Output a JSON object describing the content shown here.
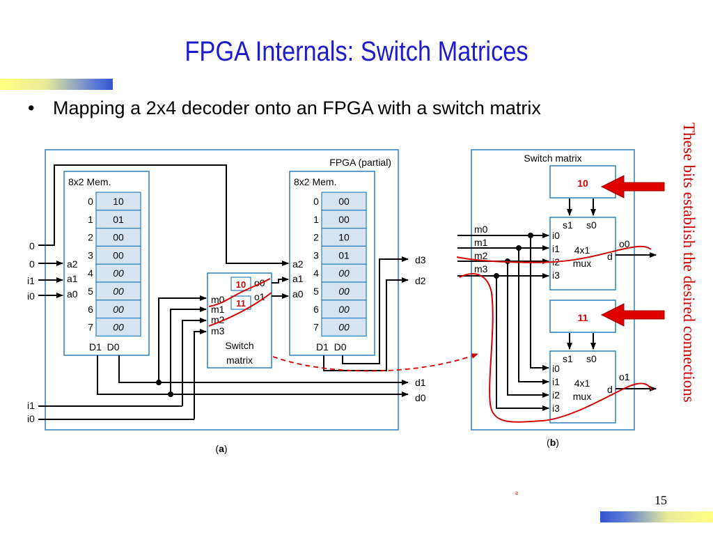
{
  "slide": {
    "title": "FPGA Internals: Switch Matrices",
    "bullet": "Mapping a 2x4 decoder onto an FPGA with a switch matrix",
    "side_note": "These bits establish the desired connections",
    "page_number": "15",
    "footnote_mark": "a"
  },
  "panel_a": {
    "caption_open": "(",
    "caption_letter": "a",
    "caption_close": ")",
    "label": "FPGA (partial)",
    "left_mem": {
      "title": "8x2 Mem.",
      "addresses": [
        "0",
        "1",
        "2",
        "3",
        "4",
        "5",
        "6",
        "7"
      ],
      "values": [
        "10",
        "01",
        "00",
        "00",
        "00",
        "00",
        "00",
        "00"
      ],
      "italic_from": 4,
      "inputs": [
        "a2",
        "a1",
        "a0"
      ],
      "outputs": "D1  D0"
    },
    "right_mem": {
      "title": "8x2 Mem.",
      "addresses": [
        "0",
        "1",
        "2",
        "3",
        "4",
        "5",
        "6",
        "7"
      ],
      "values": [
        "00",
        "00",
        "10",
        "01",
        "00",
        "00",
        "00",
        "00"
      ],
      "italic_from": 4,
      "inputs": [
        "a2",
        "a1",
        "a0"
      ],
      "outputs": "D1  D0"
    },
    "switch": {
      "bits_top": "10",
      "bits_bottom": "11",
      "inputs": [
        "m0",
        "m1",
        "m2",
        "m3"
      ],
      "outputs": [
        "o0",
        "o1"
      ],
      "label_line1": "Switch",
      "label_line2": "matrix"
    },
    "external_inputs": [
      "0",
      "0",
      "i1",
      "i0"
    ],
    "external_bottom_inputs": [
      "i1",
      "i0"
    ],
    "outputs": [
      "d3",
      "d2",
      "d1",
      "d0"
    ]
  },
  "panel_b": {
    "caption_open": "(",
    "caption_letter": "b",
    "caption_close": ")",
    "label": "Switch matrix",
    "config_top": "10",
    "config_bottom": "11",
    "inputs": [
      "m0",
      "m1",
      "m2",
      "m3"
    ],
    "mux_top": {
      "select": [
        "s1",
        "s0"
      ],
      "inputs": [
        "i0",
        "i1",
        "i2",
        "i3"
      ],
      "label1": "4x1",
      "label2": "mux",
      "out_pin": "d",
      "output": "o0"
    },
    "mux_bottom": {
      "select": [
        "s1",
        "s0"
      ],
      "inputs": [
        "i0",
        "i1",
        "i2",
        "i3"
      ],
      "label1": "4x1",
      "label2": "mux",
      "out_pin": "d",
      "output": "o1"
    }
  },
  "colors": {
    "title_blue": "#1c1ccc",
    "frame_blue": "#2a7fc0",
    "mem_cell_fill": "#d6e4f2",
    "highlight_red": "#d40000"
  }
}
